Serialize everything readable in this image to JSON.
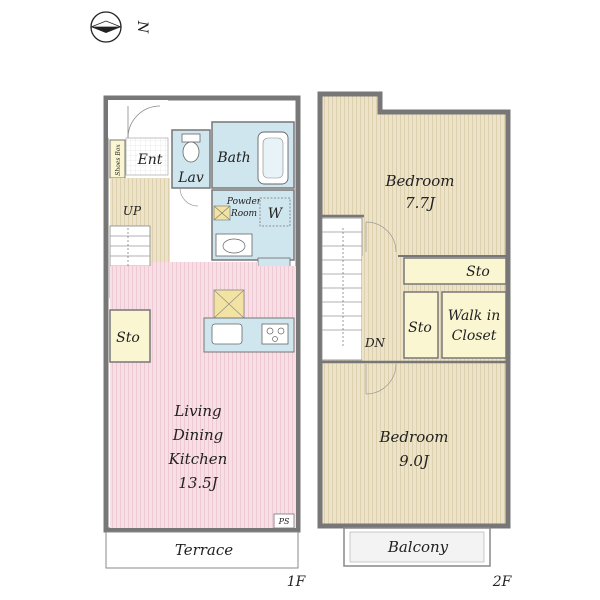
{
  "compass": {
    "north_label": "N"
  },
  "floor1": {
    "label": "1F",
    "rooms": {
      "entrance": "Ent",
      "shoes_box": "Shoes Box",
      "lavatory": "Lav",
      "bath": "Bath",
      "powder_room_line1": "Powder",
      "powder_room_line2": "Room",
      "washer": "W",
      "refrigerator": "R",
      "up_stairs": "UP",
      "storage": "Sto",
      "ldk_line1": "Living",
      "ldk_line2": "Dining",
      "ldk_line3": "Kitchen",
      "ldk_size": "13.5J",
      "pipe_space": "PS",
      "terrace": "Terrace"
    }
  },
  "floor2": {
    "label": "2F",
    "rooms": {
      "bedroom1_name": "Bedroom",
      "bedroom1_size": "7.7J",
      "storage_upper": "Sto",
      "storage_lower": "Sto",
      "walkin_line1": "Walk in",
      "walkin_line2": "Closet",
      "down_stairs": "DN",
      "bedroom2_name": "Bedroom",
      "bedroom2_size": "9.0J",
      "balcony": "Balcony"
    }
  },
  "colors": {
    "wall": "#7a7a7a",
    "wood_floor": "#ece2c6",
    "wet_area": "#cfe6ef",
    "ldk_floor": "#f6dde3",
    "storage": "#fbf6d2",
    "terrace": "#ffffff"
  }
}
